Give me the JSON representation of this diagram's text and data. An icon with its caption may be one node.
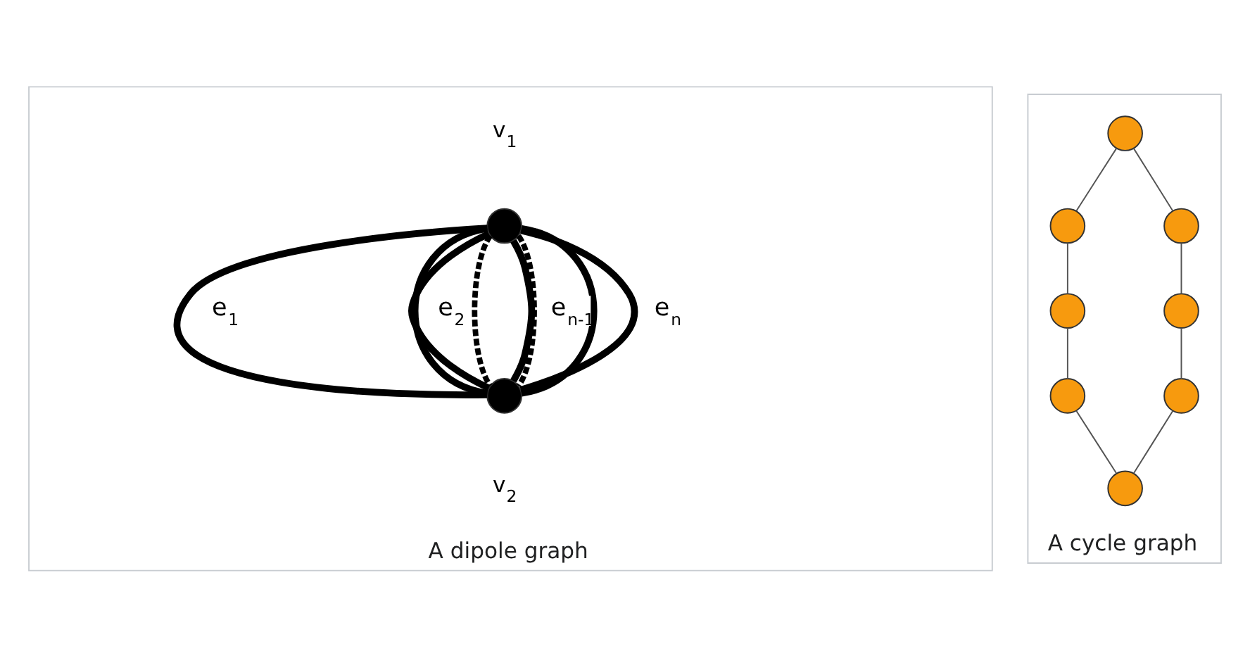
{
  "diagram": {
    "nodes": [
      {
        "text": [
          "A dipole graph"
        ]
      },
      {
        "text": [],
        "shape": "circle",
        "in": 0,
        "beside": [
          "v$_{1}$"
        ]
      },
      {
        "text": [],
        "shape": "circle",
        "in": 0,
        "beside": [
          "v$_{2}$"
        ]
      },
      {
        "text": [
          "A cycle graph"
        ]
      },
      {
        "text": [],
        "shape": "circle",
        "in": 3
      },
      {
        "text": [],
        "shape": "circle",
        "in": 3
      },
      {
        "text": [],
        "shape": "circle",
        "in": 3
      },
      {
        "text": [],
        "shape": "circle",
        "in": 3
      },
      {
        "text": [],
        "shape": "circle",
        "in": 3
      },
      {
        "text": [],
        "shape": "circle",
        "in": 3
      },
      {
        "text": [],
        "shape": "circle",
        "in": 3
      },
      {
        "text": [],
        "shape": "circle",
        "in": 3
      }
    ],
    "edges": [
      {
        "from": 1,
        "to": 2,
        "arrow": "none",
        "label": "e$_{1}$",
        "style": "thick"
      },
      {
        "from": 1,
        "to": 2,
        "arrow": "none",
        "label": "e$_{2}$",
        "style": "thick"
      },
      {
        "from": 1,
        "to": 2,
        "arrow": "none",
        "style": "thick"
      },
      {
        "from": 1,
        "to": 2,
        "arrow": "none",
        "style": "dashed"
      },
      {
        "from": 1,
        "to": 2,
        "arrow": "none",
        "style": "dashed"
      },
      {
        "from": 1,
        "to": 2,
        "arrow": "none",
        "style": "thick"
      },
      {
        "from": 1,
        "to": 2,
        "arrow": "none",
        "label": "e$_{n-1}$",
        "style": "thick"
      },
      {
        "from": 1,
        "to": 2,
        "arrow": "none",
        "label": "e$_{n}$",
        "style": "thick"
      },
      {
        "from": 4,
        "to": 6,
        "arrow": "none",
        "color": "#555555"
      },
      {
        "from": 6,
        "to": 8,
        "arrow": "none",
        "color": "#555555"
      },
      {
        "from": 8,
        "to": 10,
        "arrow": "none",
        "color": "#555555"
      },
      {
        "from": 10,
        "to": 11,
        "arrow": "none",
        "color": "#555555"
      },
      {
        "from": 4,
        "to": 5,
        "arrow": "none",
        "color": "#555555"
      },
      {
        "from": 5,
        "to": 7,
        "arrow": "none",
        "color": "#555555"
      },
      {
        "from": 7,
        "to": 9,
        "arrow": "none",
        "color": "#555555"
      },
      {
        "from": 9,
        "to": 11,
        "arrow": "none",
        "color": "#555555"
      }
    ]
  }
}
